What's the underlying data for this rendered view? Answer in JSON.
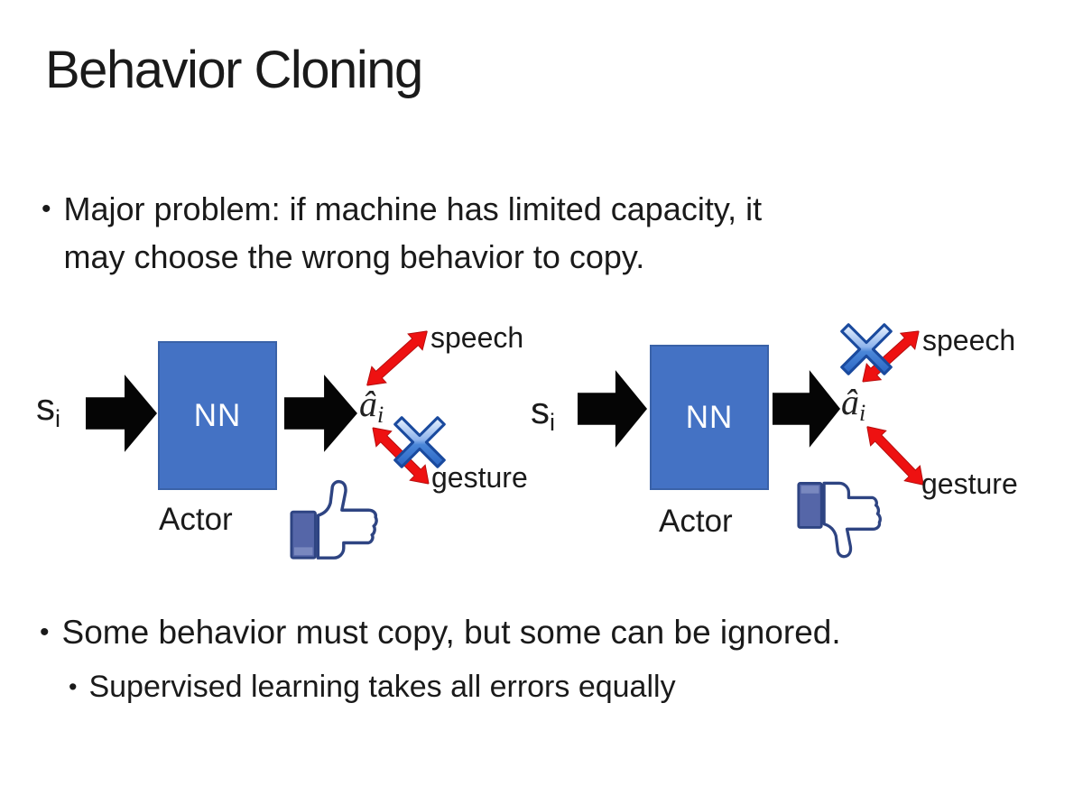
{
  "slide": {
    "title": "Behavior Cloning",
    "bullets": {
      "marker": "•",
      "b1_line1": "Major problem: if machine has limited capacity, it",
      "b1_line2": "may choose the wrong behavior to copy.",
      "b2": "Some behavior must copy, but some can be ignored.",
      "b2_sub": "Supervised learning takes all errors equally"
    },
    "diagram_left": {
      "input_label": "s",
      "input_sub": "i",
      "nn_label": "NN",
      "output_label": "â",
      "output_sub": "i",
      "actor_label": "Actor",
      "speech_label": "speech",
      "gesture_label": "gesture",
      "crossed_out_action": "gesture",
      "feedback_icon": "thumbs-up"
    },
    "diagram_right": {
      "input_label": "s",
      "input_sub": "i",
      "nn_label": "NN",
      "output_label": "â",
      "output_sub": "i",
      "actor_label": "Actor",
      "speech_label": "speech",
      "gesture_label": "gesture",
      "crossed_out_action": "speech",
      "feedback_icon": "thumbs-down"
    },
    "colors": {
      "background": "#FFFFFF",
      "text": "#1A1A1A",
      "nn_box": "#4472C4",
      "nn_box_border": "#3A62A8",
      "arrow_black": "#050505",
      "arrow_red": "#EE1111",
      "arrow_red_edge": "#B50D0D",
      "cross_blue": "#4A86D8",
      "cross_outline": "#1A4A9E",
      "thumb_outline": "#2E4482",
      "thumb_cuff": "#5566A8"
    }
  }
}
